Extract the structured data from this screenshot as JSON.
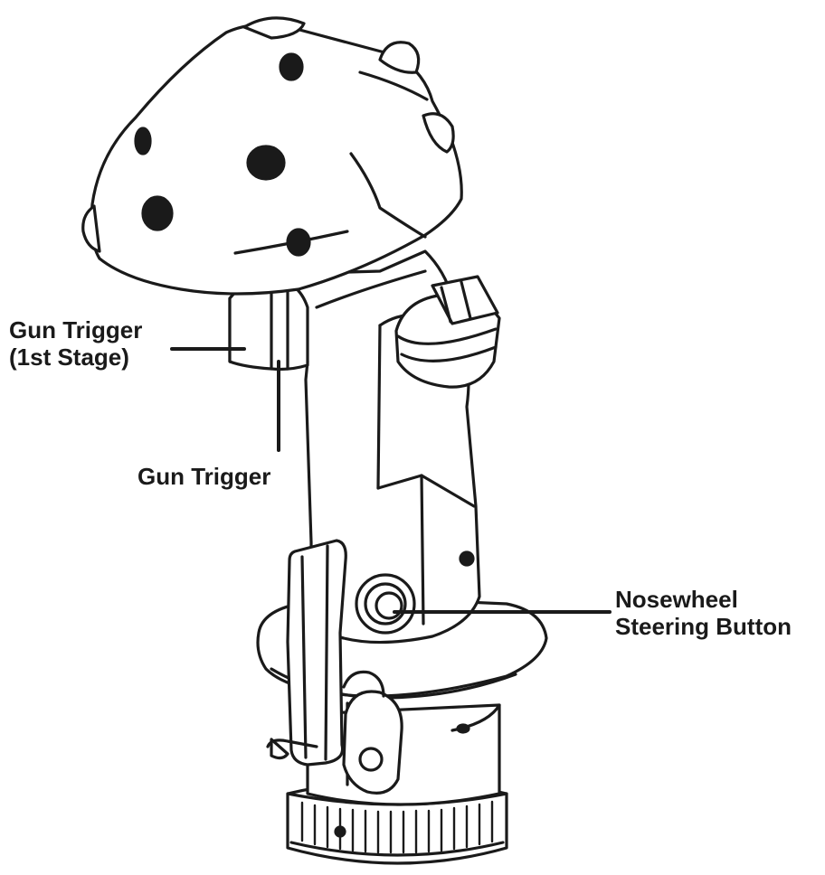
{
  "callouts": {
    "gun_trigger_first_stage": {
      "line1": "Gun Trigger",
      "line2": "(1st Stage)"
    },
    "gun_trigger": {
      "line1": "Gun Trigger"
    },
    "nosewheel_steering_button": {
      "line1": "Nosewheel",
      "line2": "Steering Button"
    }
  },
  "colors": {
    "ink": "#1a1a1a",
    "background": "#ffffff"
  }
}
